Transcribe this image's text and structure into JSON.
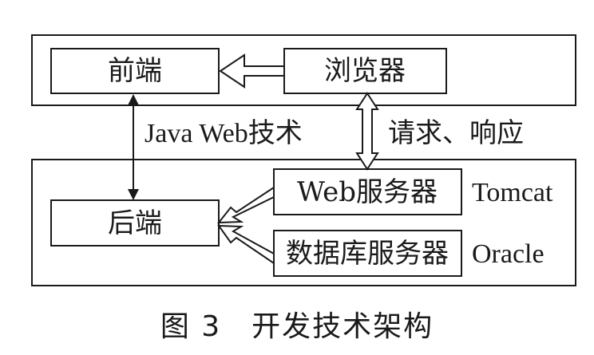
{
  "diagram": {
    "top_box": {
      "frontend": "前端",
      "browser": "浏览器"
    },
    "bottom_box": {
      "backend": "后端",
      "web_server": "Web服务器",
      "db_server": "数据库服务器"
    },
    "labels": {
      "java_web": "Java Web技术",
      "request_response": "请求、响应",
      "tomcat": "Tomcat",
      "oracle": "Oracle"
    },
    "caption": "图 3　开发技术架构"
  }
}
